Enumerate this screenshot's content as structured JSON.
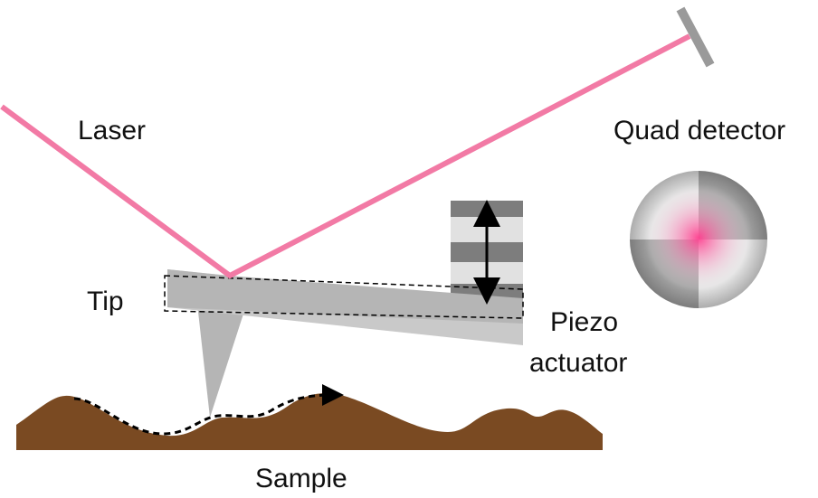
{
  "labels": {
    "laser": "Laser",
    "quad_detector": "Quad detector",
    "tip": "Tip",
    "piezo_line1": "Piezo",
    "piezo_line2": "actuator",
    "sample": "Sample"
  },
  "colors": {
    "laser": "#f27aa5",
    "cantilever": "#b5b5b5",
    "cantilever_shadow": "#c9c9c9",
    "sample": "#7a4a22",
    "piezo_dark": "#7d7d7d",
    "piezo_light": "#e1e1e1",
    "detector_quadrant_light": "#e6e6e6",
    "detector_quadrant_dark": "#a6a6a6",
    "mirror": "#9a9a9a",
    "arrow": "#000000"
  }
}
